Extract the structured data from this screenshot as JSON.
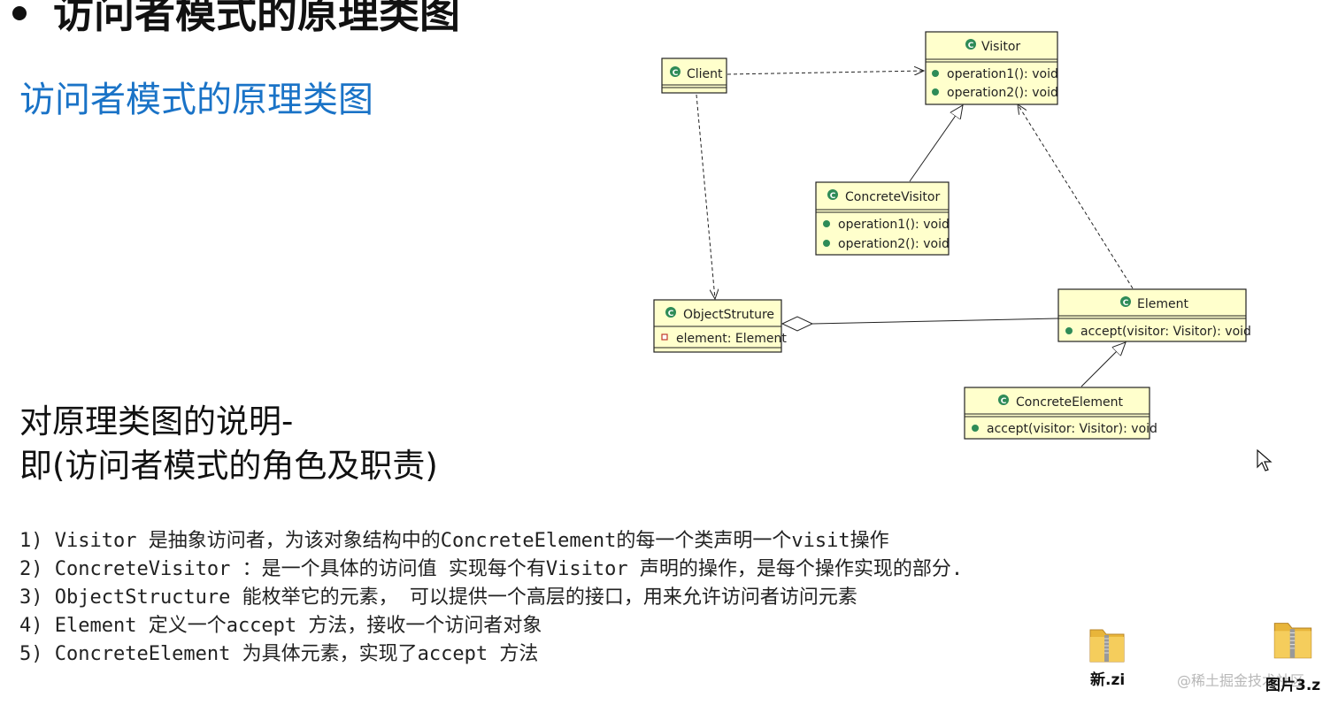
{
  "page": {
    "heading": "访问者模式的原理类图",
    "subtitle": "访问者模式的原理类图",
    "explain_title_line1": "对原理类图的说明-",
    "explain_title_line2": "即(访问者模式的角色及职责)"
  },
  "notes": [
    "1) Visitor 是抽象访问者，为该对象结构中的ConcreteElement的每一个类声明一个visit操作",
    "2) ConcreteVisitor ：是一个具体的访问值 实现每个有Visitor 声明的操作，是每个操作实现的部分.",
    "3) ObjectStructure 能枚举它的元素， 可以提供一个高层的接口，用来允许访问者访问元素",
    "4) Element 定义一个accept 方法，接收一个访问者对象",
    "5) ConcreteElement 为具体元素，实现了accept 方法"
  ],
  "diagram": {
    "classes": {
      "visitor": {
        "name": "Visitor",
        "members": [
          "operation1(): void",
          "operation2(): void"
        ]
      },
      "client": {
        "name": "Client",
        "members": []
      },
      "concrete_visitor": {
        "name": "ConcreteVisitor",
        "members": [
          "operation1(): void",
          "operation2(): void"
        ]
      },
      "object_structure": {
        "name": "ObjectStruture",
        "members": [
          "element: Element"
        ]
      },
      "element": {
        "name": "Element",
        "members": [
          "accept(visitor: Visitor): void"
        ]
      },
      "concrete_element": {
        "name": "ConcreteElement",
        "members": [
          "accept(visitor: Visitor): void"
        ]
      }
    },
    "colors": {
      "class_fill": "#ffffcc",
      "class_border": "#222222",
      "class_icon": "#2e8b57"
    }
  },
  "desktop": {
    "folder1_label": "新.zi",
    "folder2_label": "图片3.z",
    "watermark": "@稀土掘金技术社区"
  }
}
